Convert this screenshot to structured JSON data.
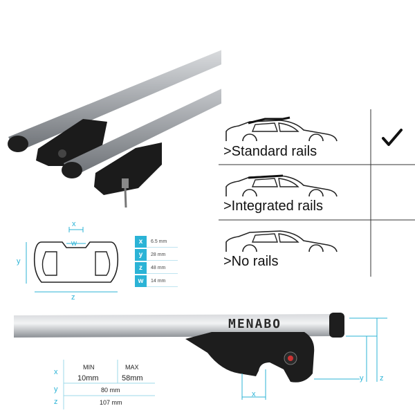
{
  "compatibility": {
    "rows": [
      {
        "label": ">Standard rails",
        "compatible": true,
        "icon": "car-with-standard-rails"
      },
      {
        "label": ">Integrated rails",
        "compatible": false,
        "icon": "car-with-integrated-rails"
      },
      {
        "label": ">No rails",
        "compatible": false,
        "icon": "car-without-rails"
      }
    ],
    "check_icon": "checkmark-icon"
  },
  "profile": {
    "labels": {
      "x": "x",
      "y": "y",
      "z": "z",
      "w": "w"
    },
    "specs": [
      {
        "key": "x",
        "value": "6.5 mm"
      },
      {
        "key": "y",
        "value": "28 mm"
      },
      {
        "key": "z",
        "value": "48 mm"
      },
      {
        "key": "w",
        "value": "14 mm"
      }
    ],
    "accent_color": "#2bb3d6"
  },
  "bar": {
    "brand": "MENABO",
    "dim_labels": {
      "x": "x",
      "y": "y",
      "z": "z"
    }
  },
  "dimensions": {
    "headers": {
      "min": "MIN",
      "max": "MAX"
    },
    "rows": [
      {
        "key": "x",
        "min": "10mm",
        "max": "58mm"
      },
      {
        "key": "y",
        "value": "80 mm"
      },
      {
        "key": "z",
        "value": "107 mm"
      }
    ]
  }
}
